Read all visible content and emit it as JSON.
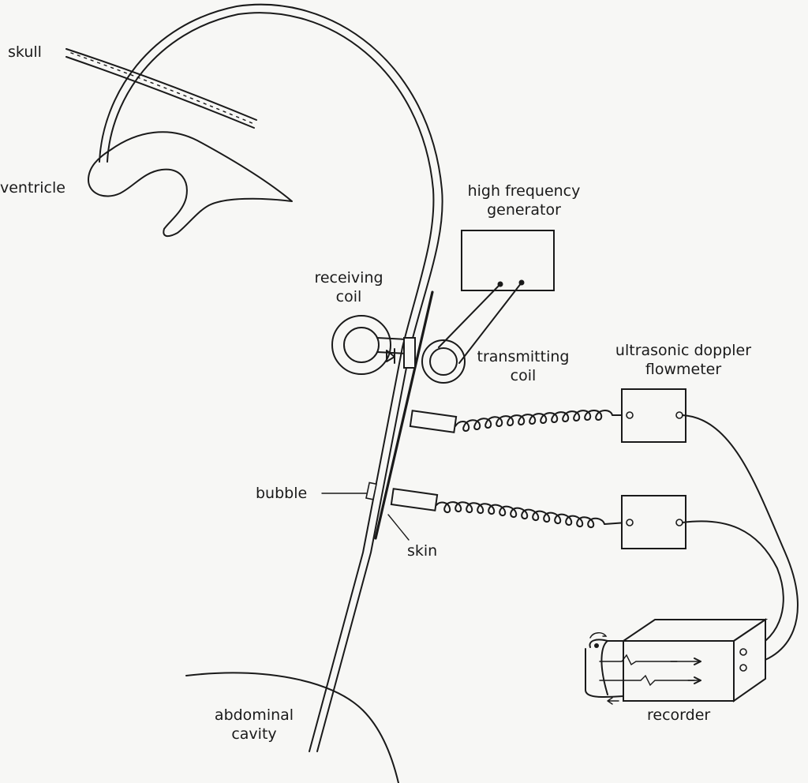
{
  "labels": {
    "skull": "skull",
    "ventricle": "ventricle",
    "high_frequency_generator": [
      "high frequency",
      "generator"
    ],
    "receiving_coil": [
      "receiving",
      "coil"
    ],
    "transmitting_coil": [
      "transmitting",
      "coil"
    ],
    "ultrasonic_doppler_flowmeter": [
      "ultrasonic doppler",
      "flowmeter"
    ],
    "bubble": "bubble",
    "skin": "skin",
    "abdominal_cavity": [
      "abdominal",
      "cavity"
    ],
    "recorder": "recorder"
  }
}
